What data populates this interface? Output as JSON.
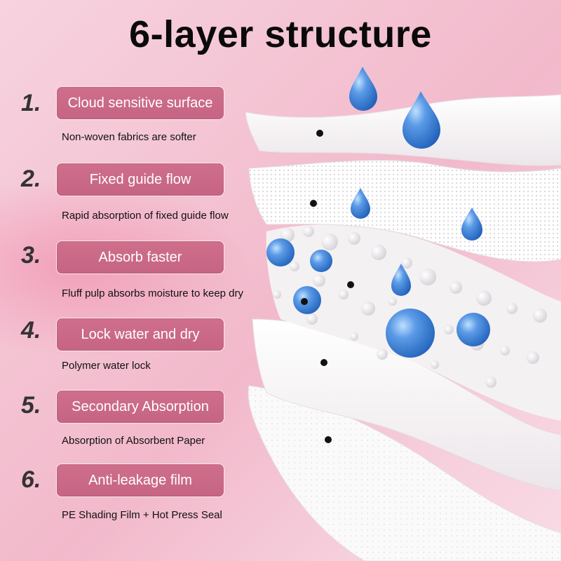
{
  "title": "6-layer structure",
  "layers": [
    {
      "number": "1.",
      "label": "Cloud sensitive surface",
      "description": "Non-woven fabrics are softer"
    },
    {
      "number": "2.",
      "label": "Fixed guide flow",
      "description": "Rapid absorption of fixed guide flow"
    },
    {
      "number": "3.",
      "label": "Absorb faster",
      "description": "Fluff pulp absorbs moisture to keep dry"
    },
    {
      "number": "4.",
      "label": "Lock water and dry",
      "description": "Polymer water lock"
    },
    {
      "number": "5.",
      "label": "Secondary Absorption",
      "description": "Absorption of Absorbent Paper"
    },
    {
      "number": "6.",
      "label": "Anti-leakage film",
      "description": "PE Shading Film + Hot Press Seal"
    }
  ],
  "colors": {
    "pill": "#c9698a",
    "water_drop": "#3d7fd6",
    "background": "#f4c5d4"
  }
}
